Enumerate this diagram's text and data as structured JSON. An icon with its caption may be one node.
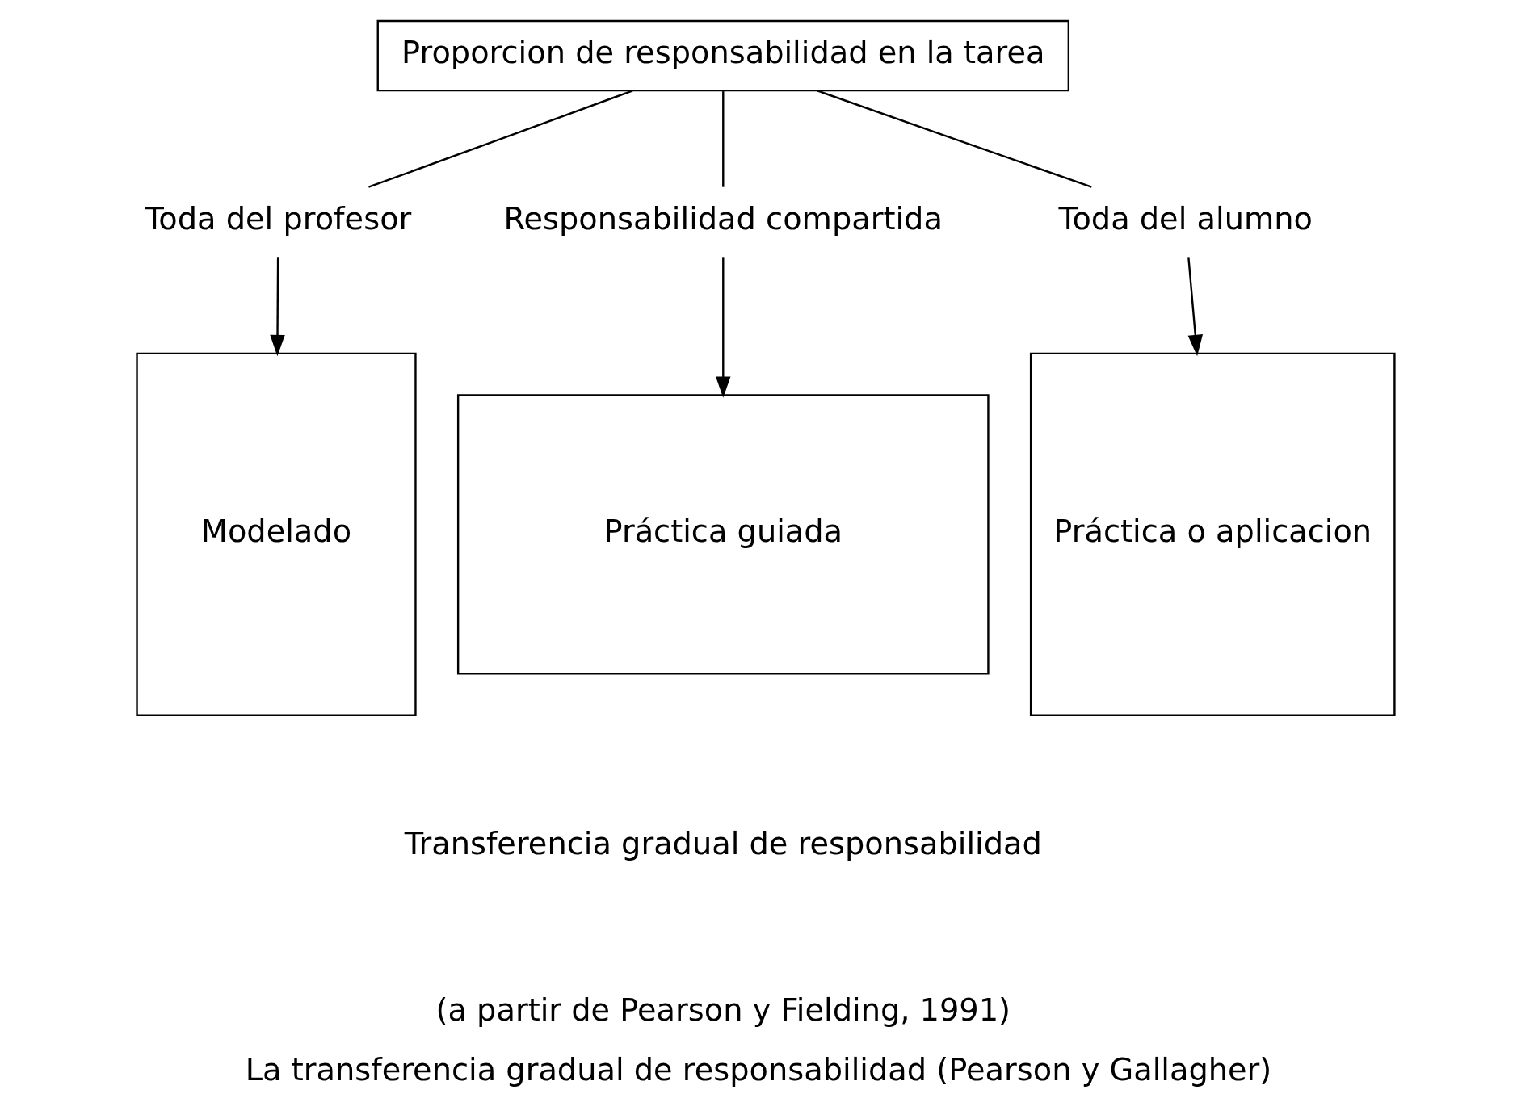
{
  "diagram": {
    "caption": "La transferencia gradual de responsabilidad (Pearson y Gallagher)",
    "nodes": [
      {
        "text": [
          "Proporcion de responsabilidad en la tarea"
        ]
      },
      {
        "text": [
          "Toda del profesor"
        ]
      },
      {
        "text": [
          "Responsabilidad compartida"
        ]
      },
      {
        "text": [
          "Toda del alumno"
        ]
      },
      {
        "text": [
          "Modelado"
        ]
      },
      {
        "text": [
          "Práctica guiada"
        ]
      },
      {
        "text": [
          "Práctica o aplicacion"
        ]
      }
    ],
    "edges": [
      {
        "from": 0,
        "to": 1,
        "arrow": "none"
      },
      {
        "from": 0,
        "to": 2,
        "arrow": "none"
      },
      {
        "from": 0,
        "to": 3,
        "arrow": "none"
      },
      {
        "from": 1,
        "to": 4,
        "arrow": "to"
      },
      {
        "from": 2,
        "to": 5,
        "arrow": "to"
      },
      {
        "from": 3,
        "to": 6,
        "arrow": "to"
      }
    ],
    "labels": [
      "Transferencia gradual de responsabilidad",
      "(a partir de Pearson y Fielding, 1991)"
    ]
  }
}
